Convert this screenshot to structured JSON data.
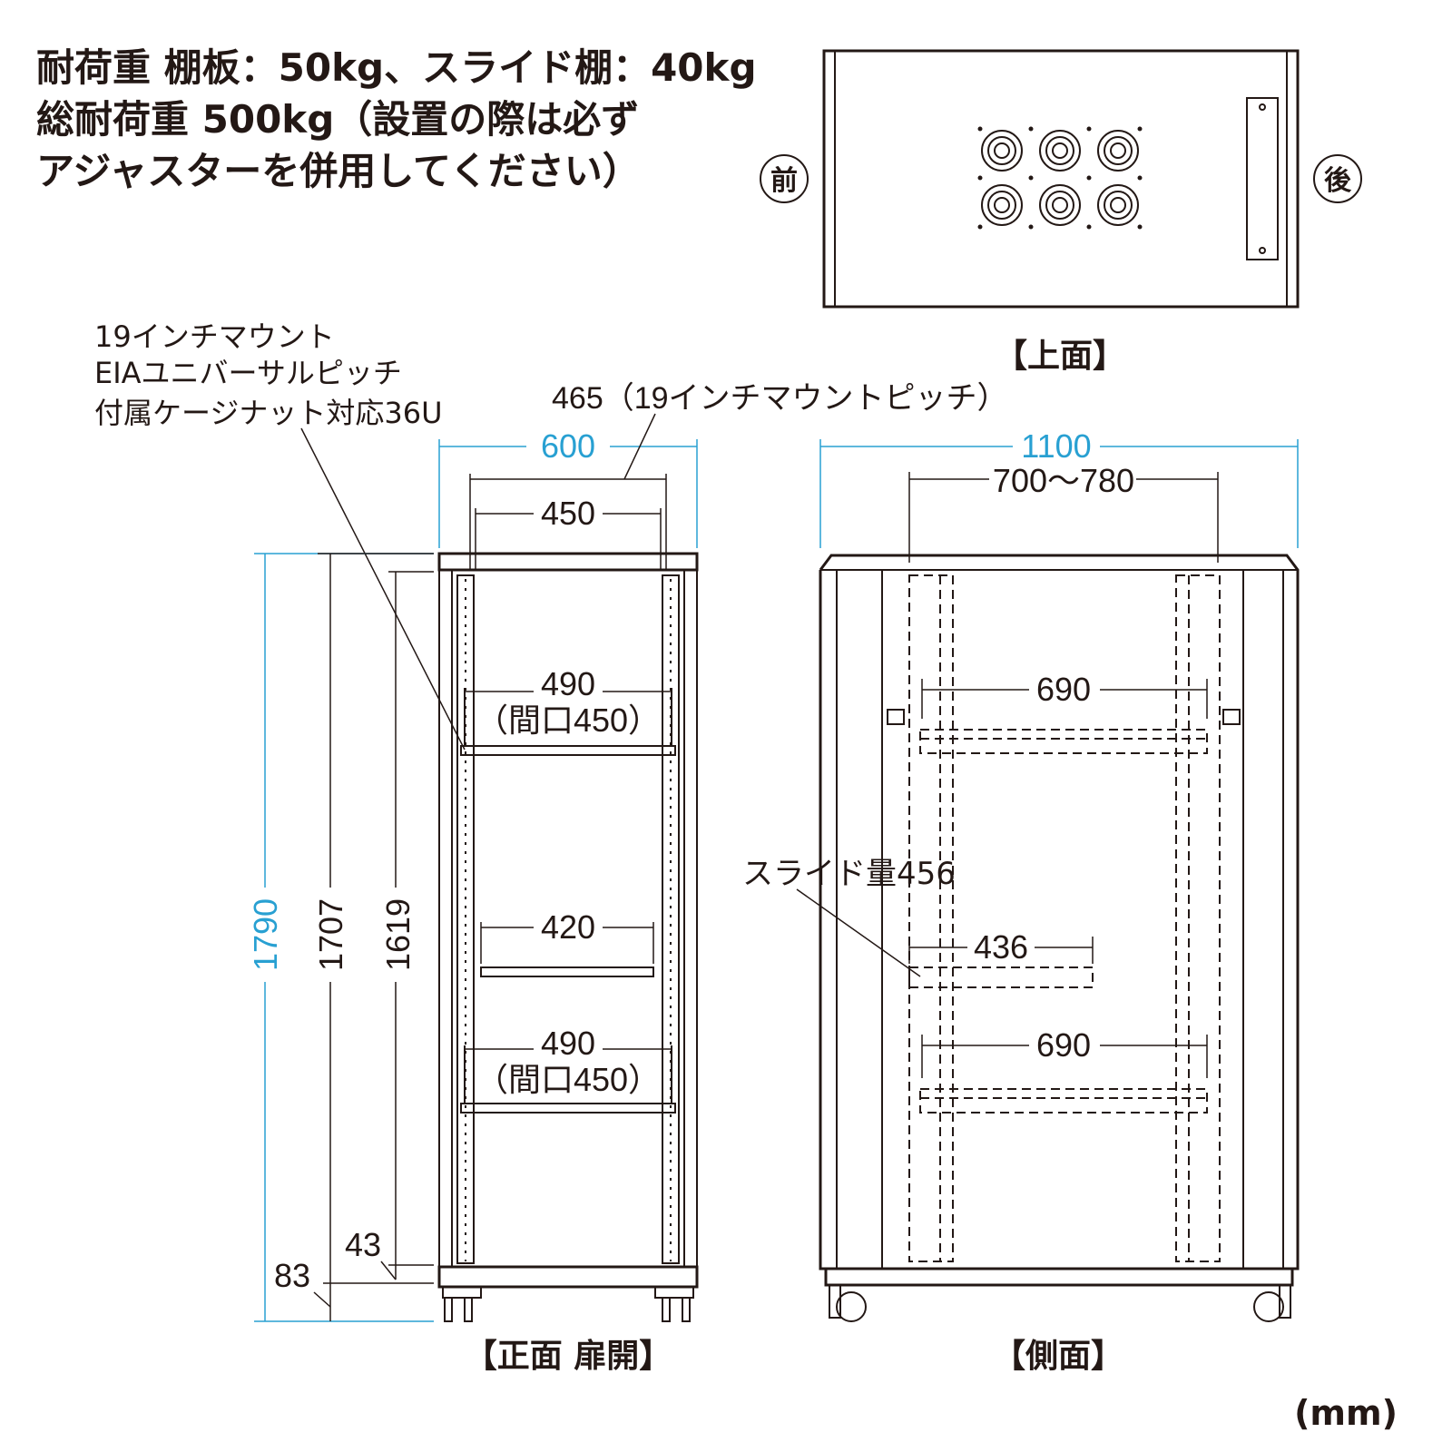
{
  "notes": {
    "line1": "耐荷重 棚板：50kg、スライド棚：40kg",
    "line2": "総耐荷重 500kg（設置の際は必ず",
    "line3": "アジャスターを併用してください）"
  },
  "top_view": {
    "caption": "【上面】",
    "front_label": "前",
    "back_label": "後"
  },
  "front_view": {
    "caption": "【正面 扉開】",
    "mount_note": {
      "line1": "19インチマウント",
      "line2": "EIAユニバーサルピッチ",
      "line3": "付属ケージナット対応36U"
    },
    "pitch_note": "465（19インチマウントピッチ）",
    "width_outer": "600",
    "width_rails": "450",
    "height_total": "1790",
    "height_body": "1707",
    "height_inner": "1619",
    "base_43": "43",
    "base_83": "83",
    "shelf_upper_width": "490",
    "shelf_upper_opening": "（間口450）",
    "slide_shelf_width": "420",
    "shelf_lower_width": "490",
    "shelf_lower_opening": "（間口450）"
  },
  "side_view": {
    "caption": "【側面】",
    "depth_total": "1100",
    "depth_rails": "700〜780",
    "shelf_upper_depth": "690",
    "slide_note": "スライド量456",
    "slide_depth": "436",
    "shelf_lower_depth": "690"
  },
  "unit": "(mm)",
  "colors": {
    "line": "#231815",
    "dimension_blue": "#28a0d2"
  }
}
